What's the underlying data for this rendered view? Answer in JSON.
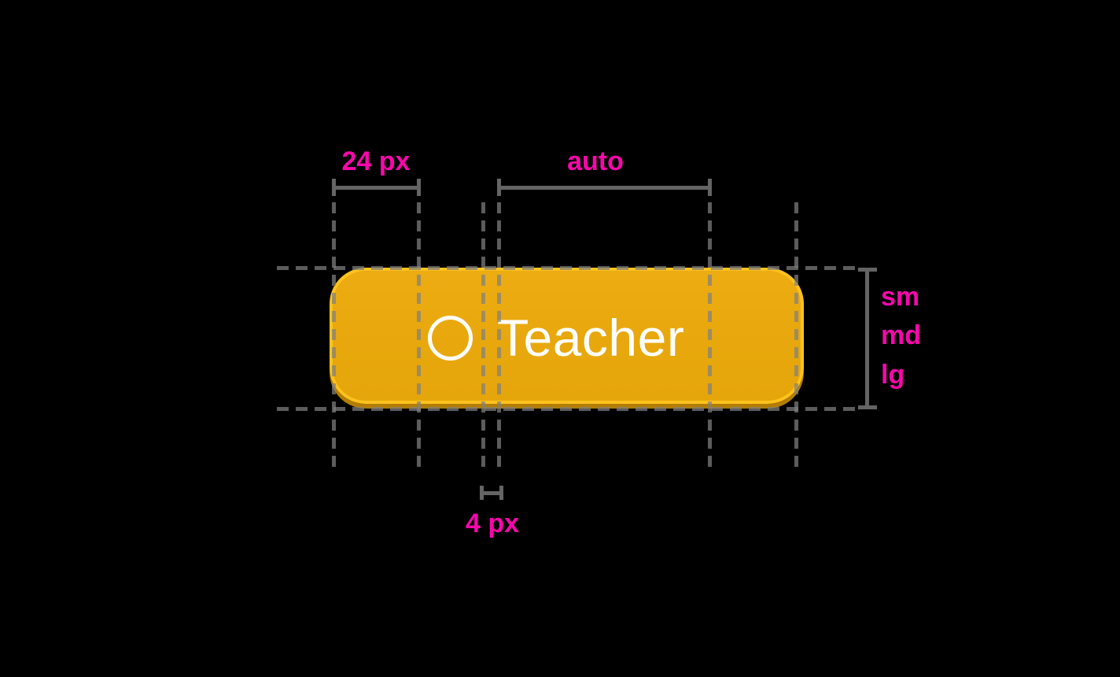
{
  "colors": {
    "background": "#000000",
    "accent": "#F707AB",
    "measure": "#646464",
    "button-fill": "#E8A80D",
    "button-border": "#FFC21D",
    "button-edge": "#B27D00",
    "button-text": "#FFFFFF"
  },
  "button": {
    "label": "Teacher",
    "icon": "circle-outline"
  },
  "measurements": {
    "left_padding_label": "24 px",
    "content_width_label": "auto",
    "icon_gap_label": "4 px",
    "size_options": [
      "sm",
      "md",
      "lg"
    ]
  }
}
